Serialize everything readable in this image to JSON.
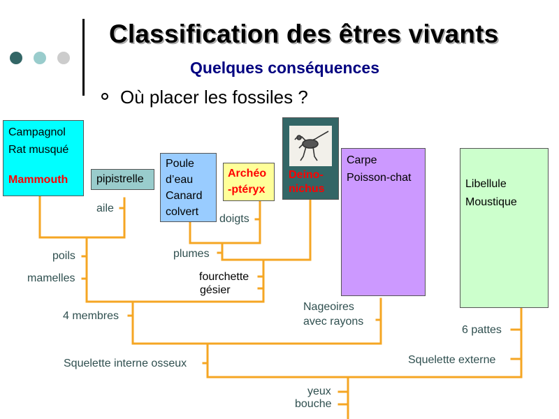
{
  "header": {
    "title": "Classification des êtres vivants",
    "subtitle": "Quelques conséquences",
    "bullet": "Où placer les fossiles ?"
  },
  "colors": {
    "dots": [
      "#336666",
      "#99cccc",
      "#cccccc"
    ],
    "branch": "#f5a623",
    "mammals_box": "#00ffff",
    "bat_box": "#99cccc",
    "birds_box": "#99ccff",
    "archeo_box": "#ffff99",
    "fish_box": "#cc99ff",
    "insects_box": "#ccffcc",
    "deino_box": "#336666",
    "red_text": "#ff0000"
  },
  "boxes": {
    "mammals": [
      "Campagnol",
      "Rat musqué",
      "Mammouth"
    ],
    "bat": "pipistrelle",
    "birds": [
      "Poule",
      "d’eau",
      "Canard",
      "colvert"
    ],
    "archeo": [
      "Archéo",
      "-ptéryx"
    ],
    "deino": [
      "Deino-",
      "nichus"
    ],
    "fish": [
      "Carpe",
      "Poisson-chat"
    ],
    "insects": [
      "Libellule",
      "Moustique"
    ]
  },
  "deino_image": {
    "caption": "[dinosaur sketch]"
  },
  "labels": {
    "aile": "aile",
    "doigts": "doigts",
    "poils": "poils",
    "plumes": "plumes",
    "mamelles": "mamelles",
    "fourchette": "fourchette",
    "gesier": "gésier",
    "membres": "4 membres",
    "nageoires_1": "Nageoires",
    "nageoires_2": "avec rayons",
    "pattes": "6 pattes",
    "squelette_interne": "Squelette interne osseux",
    "squelette_externe": "Squelette externe",
    "yeux": "yeux",
    "bouche": "bouche"
  }
}
